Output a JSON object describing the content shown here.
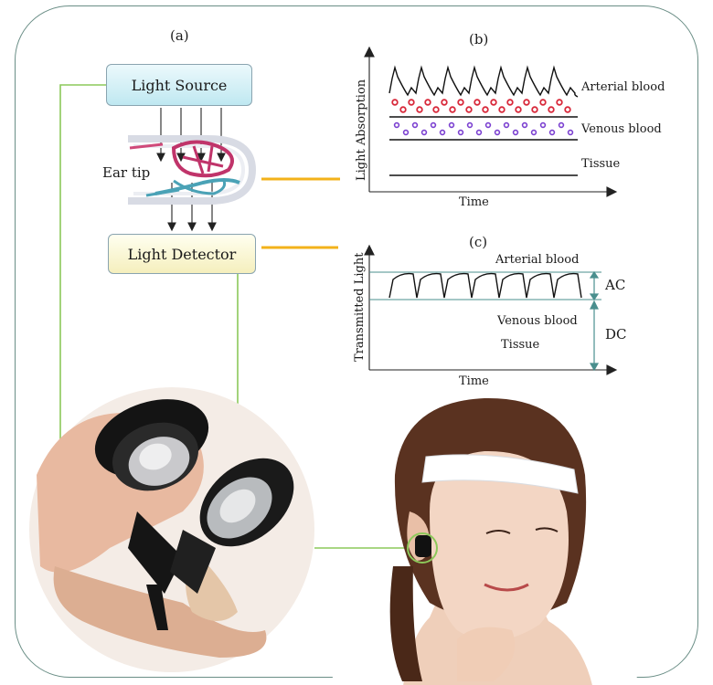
{
  "panels": {
    "a": "(a)",
    "b": "(b)",
    "c": "(c)"
  },
  "diagram_a": {
    "light_source": "Light Source",
    "ear_tip": "Ear tip",
    "light_detector": "Light Detector"
  },
  "chart_b": {
    "ylabel": "Light Absorption",
    "xlabel": "Time",
    "layers": {
      "arterial": "Arterial blood",
      "venous": "Venous blood",
      "tissue": "Tissue"
    }
  },
  "chart_c": {
    "ylabel": "Transmitted Light",
    "xlabel": "Time",
    "labels": {
      "arterial": "Arterial blood",
      "venous": "Venous blood",
      "tissue": "Tissue",
      "ac": "AC",
      "dc": "DC"
    }
  },
  "colors": {
    "frame": "#6a8e86",
    "connector": "#8cc85a",
    "probe_link": "#f3b21a",
    "arterial_dots": "#d8283a",
    "venous_dots": "#7a3fd0",
    "ac_dc_arrow": "#4a8f8e"
  }
}
